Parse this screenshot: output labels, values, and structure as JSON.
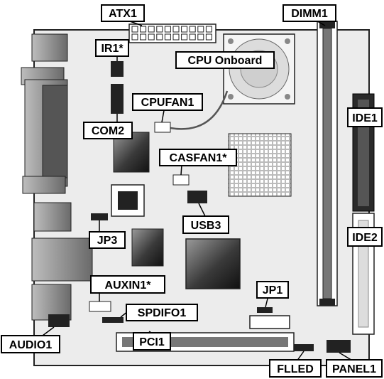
{
  "labels": {
    "atx1": "ATX1",
    "dimm1": "DIMM1",
    "ir1": "IR1*",
    "cpu_onboard": "CPU Onboard",
    "cpufan1": "CPUFAN1",
    "ide1": "IDE1",
    "com2": "COM2",
    "casfan1": "CASFAN1*",
    "usb3": "USB3",
    "ide2": "IDE2",
    "jp3": "JP3",
    "auxin1": "AUXIN1*",
    "jp1": "JP1",
    "spdifo1": "SPDIFO1",
    "audio1": "AUDIO1",
    "pci1": "PCI1",
    "flled": "FLLED",
    "panel1": "PANEL1"
  },
  "colors": {
    "board": "#ececec",
    "component_dark": "#2a2a2a",
    "label_fill": "#ffffff",
    "label_stroke": "#000000"
  }
}
